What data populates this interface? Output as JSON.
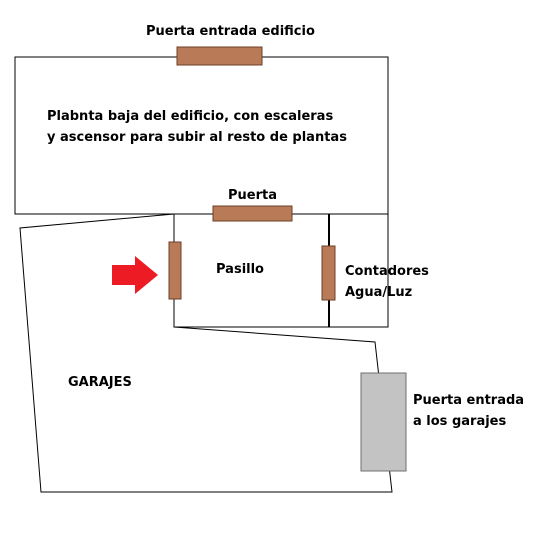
{
  "labels": {
    "building_entrance": "Puerta entrada edificio",
    "ground_floor_desc": "Plabnta baja del edificio, con escaleras\ny ascensor para subir al resto de plantas",
    "door": "Puerta",
    "hallway": "Pasillo",
    "meters": "Contadores\nAgua/Luz",
    "garages": "GARAJES",
    "garage_entrance": "Puerta entrada\na los garajes"
  },
  "colors": {
    "door_fill": "#b97a57",
    "door_stroke": "#6b3e26",
    "garage_door_fill": "#c3c3c3",
    "arrow": "#ed1c24",
    "line": "#000000"
  }
}
